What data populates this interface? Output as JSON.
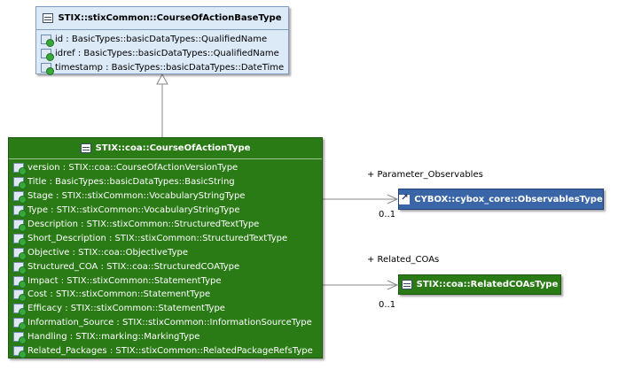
{
  "base_class": {
    "name": "STIX::stixCommon::CourseOfActionBaseType",
    "attributes": [
      "id : BasicTypes::basicDataTypes::QualifiedName",
      "idref : BasicTypes::basicDataTypes::QualifiedName",
      "timestamp : BasicTypes::basicDataTypes::DateTime"
    ]
  },
  "main_class": {
    "name": "STIX::coa::CourseOfActionType",
    "attributes": [
      "version : STIX::coa::CourseOfActionVersionType",
      "Title : BasicTypes::basicDataTypes::BasicString",
      "Stage : STIX::stixCommon::VocabularyStringType",
      "Type : STIX::stixCommon::VocabularyStringType",
      "Description : STIX::stixCommon::StructuredTextType",
      "Short_Description : STIX::stixCommon::StructuredTextType",
      "Objective : STIX::coa::ObjectiveType",
      "Structured_COA : STIX::coa::StructuredCOAType",
      "Impact : STIX::stixCommon::StatementType",
      "Cost : STIX::stixCommon::StatementType",
      "Efficacy : STIX::stixCommon::StatementType",
      "Information_Source : STIX::stixCommon::InformationSourceType",
      "Handling : STIX::marking::MarkingType",
      "Related_Packages : STIX::stixCommon::RelatedPackageRefsType"
    ]
  },
  "observables_class": {
    "name": "CYBOX::cybox_core::ObservablesType"
  },
  "related_coas_class": {
    "name": "STIX::coa::RelatedCOAsType"
  },
  "associations": [
    {
      "role": "+ Parameter_Observables",
      "multiplicity": "0..1"
    },
    {
      "role": "+ Related_COAs",
      "multiplicity": "0..1"
    }
  ],
  "colors": {
    "base_fill": "#dce9f7",
    "main_fill": "#2a7a16",
    "external_fill": "#3a66a8",
    "line": "#8a8a8a"
  },
  "icons": [
    "class-icon",
    "attribute-icon",
    "external-class-icon",
    "generalization-arrow",
    "association-arrow"
  ]
}
